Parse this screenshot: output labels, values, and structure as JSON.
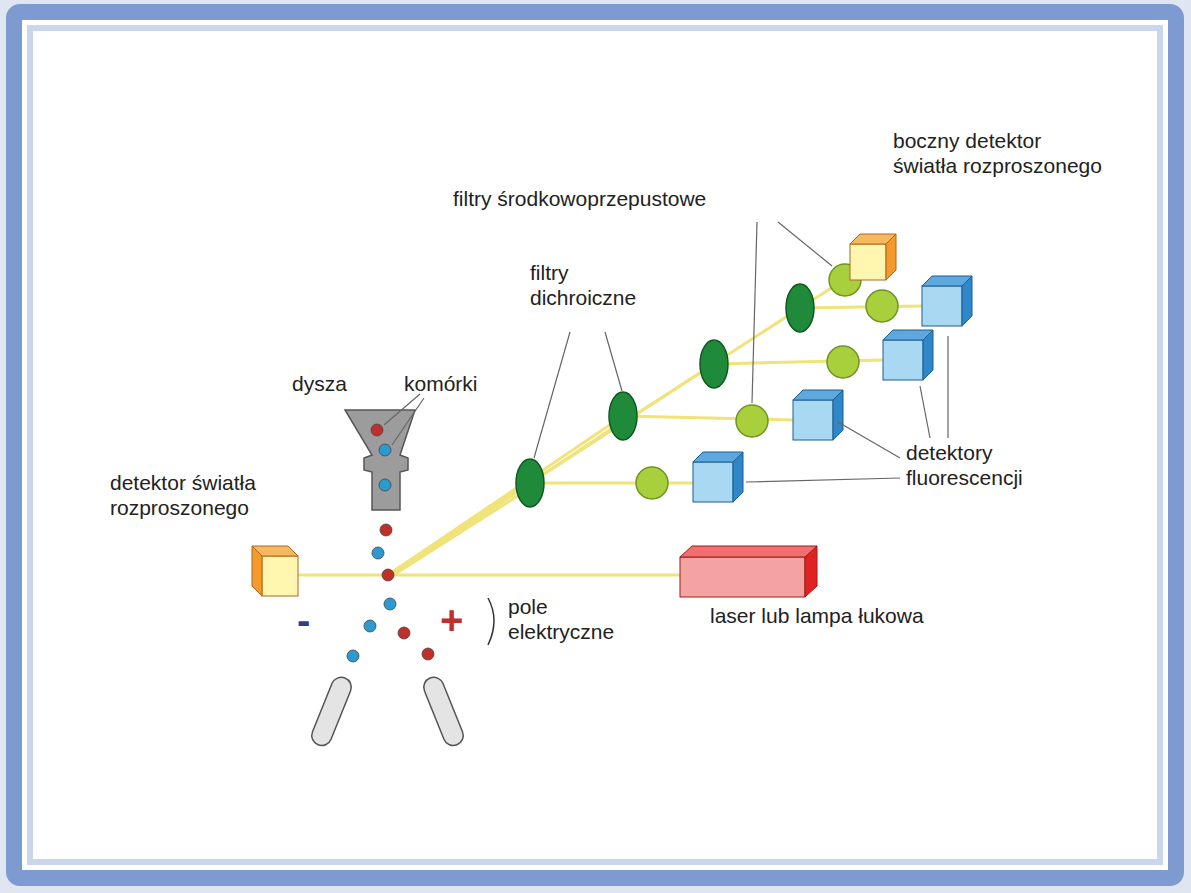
{
  "diagram": {
    "labels": [
      "boczny detektor światła rozproszonego",
      "filtry środkowoprzepustowe",
      "filtry dichroiczne",
      "dysza",
      "komórki",
      "detektor światła rozproszonego",
      "detektory fluorescencji",
      "laser lub lampa łukowa",
      "pole elektryczne",
      "-",
      "+"
    ]
  }
}
